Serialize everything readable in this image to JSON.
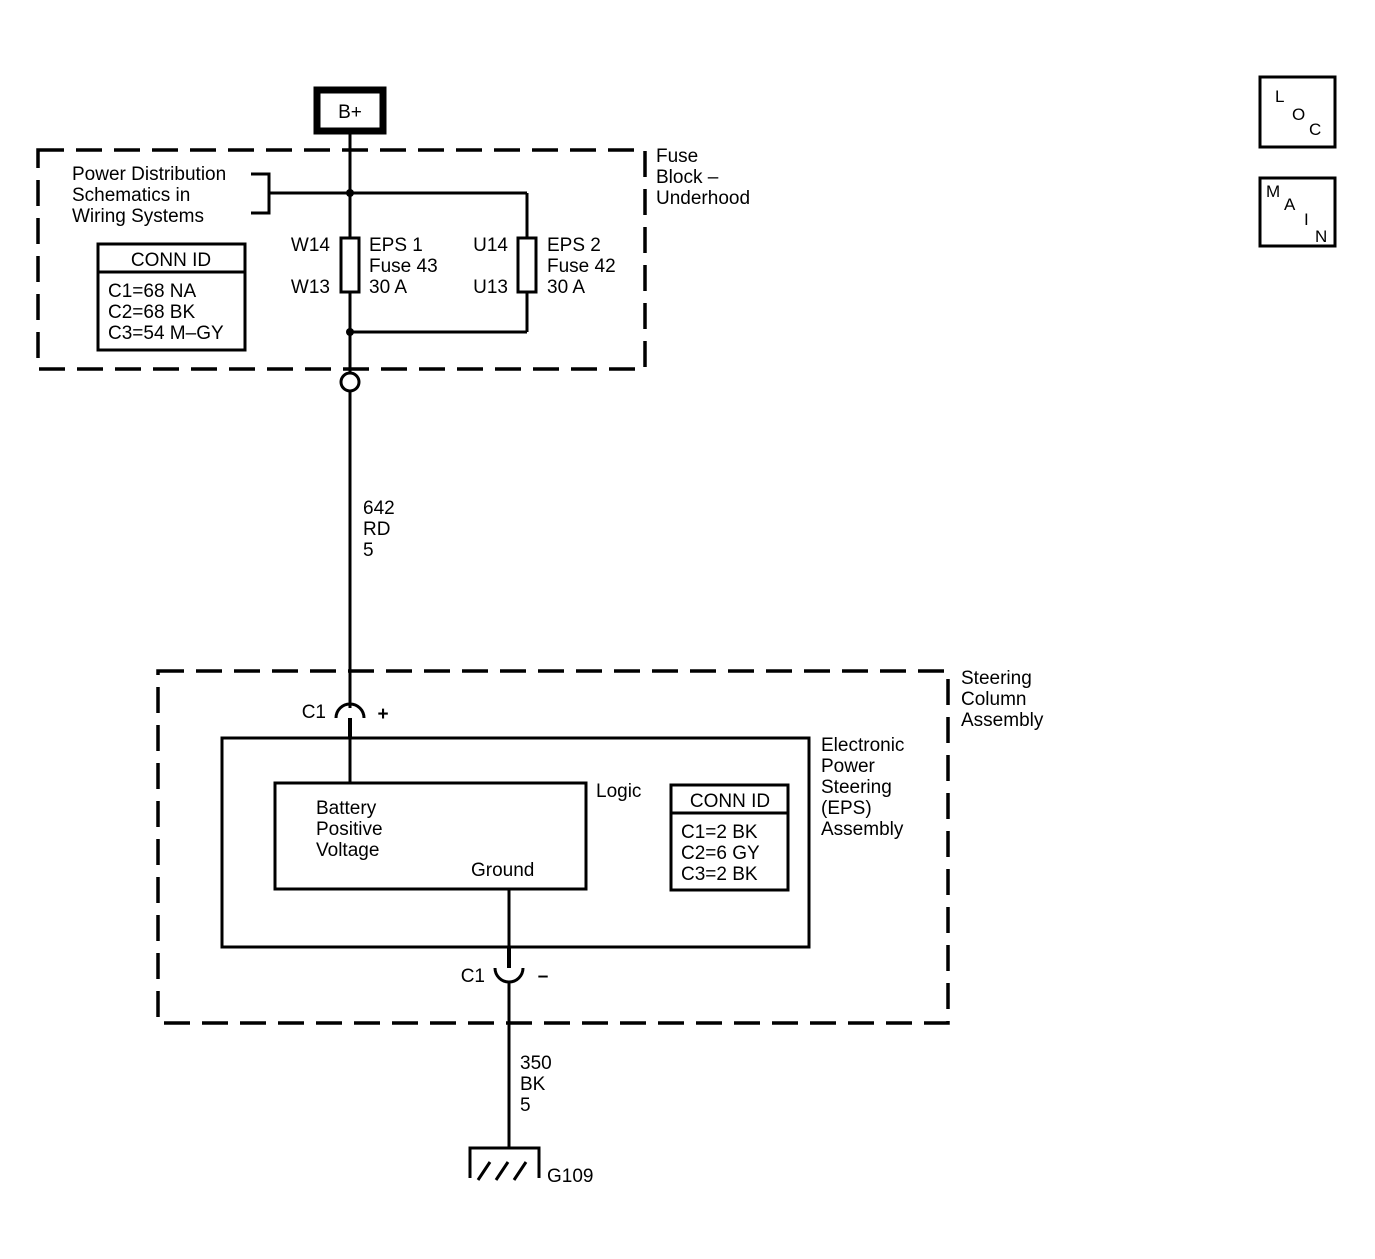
{
  "battery": {
    "label": "B+"
  },
  "fuse_block": {
    "title_lines": [
      "Fuse",
      "Block –",
      "Underhood"
    ],
    "power_dist_lines": [
      "Power Distribution",
      "Schematics in",
      "Wiring Systems"
    ],
    "conn_id": {
      "header": "CONN ID",
      "rows": [
        "C1=68 NA",
        "C2=68 BK",
        "C3=54 M–GY"
      ]
    },
    "fuse1": {
      "top_pin": "W14",
      "bottom_pin": "W13",
      "lines": [
        "EPS 1",
        "Fuse 43",
        "30 A"
      ]
    },
    "fuse2": {
      "top_pin": "U14",
      "bottom_pin": "U13",
      "lines": [
        "EPS 2",
        "Fuse 42",
        "30 A"
      ]
    }
  },
  "wire_power": {
    "lines": [
      "642",
      "RD",
      "5"
    ]
  },
  "steering_column": {
    "title_lines": [
      "Steering",
      "Column",
      "Assembly"
    ],
    "connector_top": {
      "label": "C1",
      "polarity": "+"
    },
    "connector_bottom": {
      "label": "C1",
      "polarity": "–"
    }
  },
  "eps_module": {
    "title_lines": [
      "Electronic",
      "Power",
      "Steering",
      "(EPS)",
      "Assembly"
    ],
    "logic_label": "Logic",
    "battery_lines": [
      "Battery",
      "Positive",
      "Voltage"
    ],
    "ground_label": "Ground",
    "conn_id": {
      "header": "CONN ID",
      "rows": [
        "C1=2 BK",
        "C2=6 GY",
        "C3=2 BK"
      ]
    }
  },
  "wire_ground": {
    "lines": [
      "350",
      "BK",
      "5"
    ]
  },
  "ground_point": {
    "label": "G109"
  },
  "nav": {
    "loc": [
      "L",
      "O",
      "C"
    ],
    "main": [
      "M",
      "A",
      "I",
      "N"
    ]
  }
}
